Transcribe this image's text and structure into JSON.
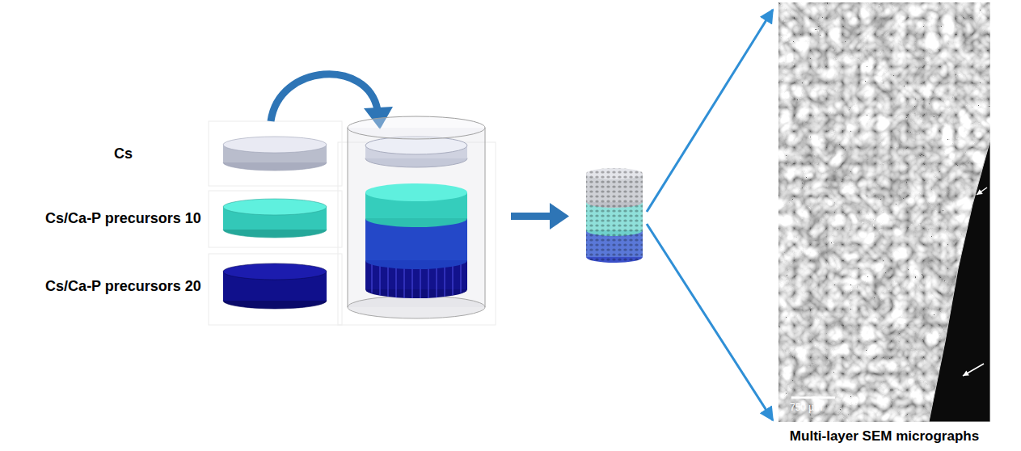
{
  "diagram": {
    "nodes": [
      {
        "text": [
          "Cs"
        ]
      },
      {
        "text": [
          "Cs/Ca-P precursors 10"
        ]
      },
      {
        "text": [
          "Cs/Ca-P precursors 20"
        ]
      },
      {
        "text": [
          "750 µm",
          "Multi-layer SEM micrographs"
        ]
      }
    ]
  }
}
